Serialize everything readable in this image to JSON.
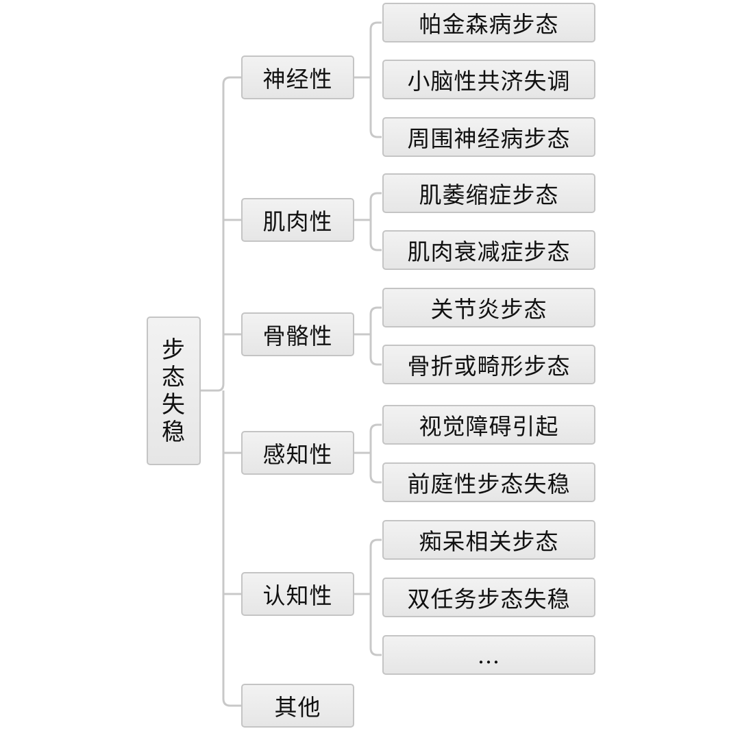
{
  "root": {
    "label": "步态失稳"
  },
  "categories": [
    {
      "label": "神经性",
      "children": [
        "帕金森病步态",
        "小脑性共济失调",
        "周围神经病步态"
      ]
    },
    {
      "label": "肌肉性",
      "children": [
        "肌萎缩症步态",
        "肌肉衰减症步态"
      ]
    },
    {
      "label": "骨骼性",
      "children": [
        "关节炎步态",
        "骨折或畸形步态"
      ]
    },
    {
      "label": "感知性",
      "children": [
        "视觉障碍引起",
        "前庭性步态失稳"
      ]
    },
    {
      "label": "认知性",
      "children": [
        "痴呆相关步态",
        "双任务步态失稳",
        "…"
      ]
    },
    {
      "label": "其他",
      "children": []
    }
  ],
  "colors": {
    "box_fill": "#ececec",
    "box_border": "#c4c4c4",
    "line": "#c8c8c8"
  }
}
